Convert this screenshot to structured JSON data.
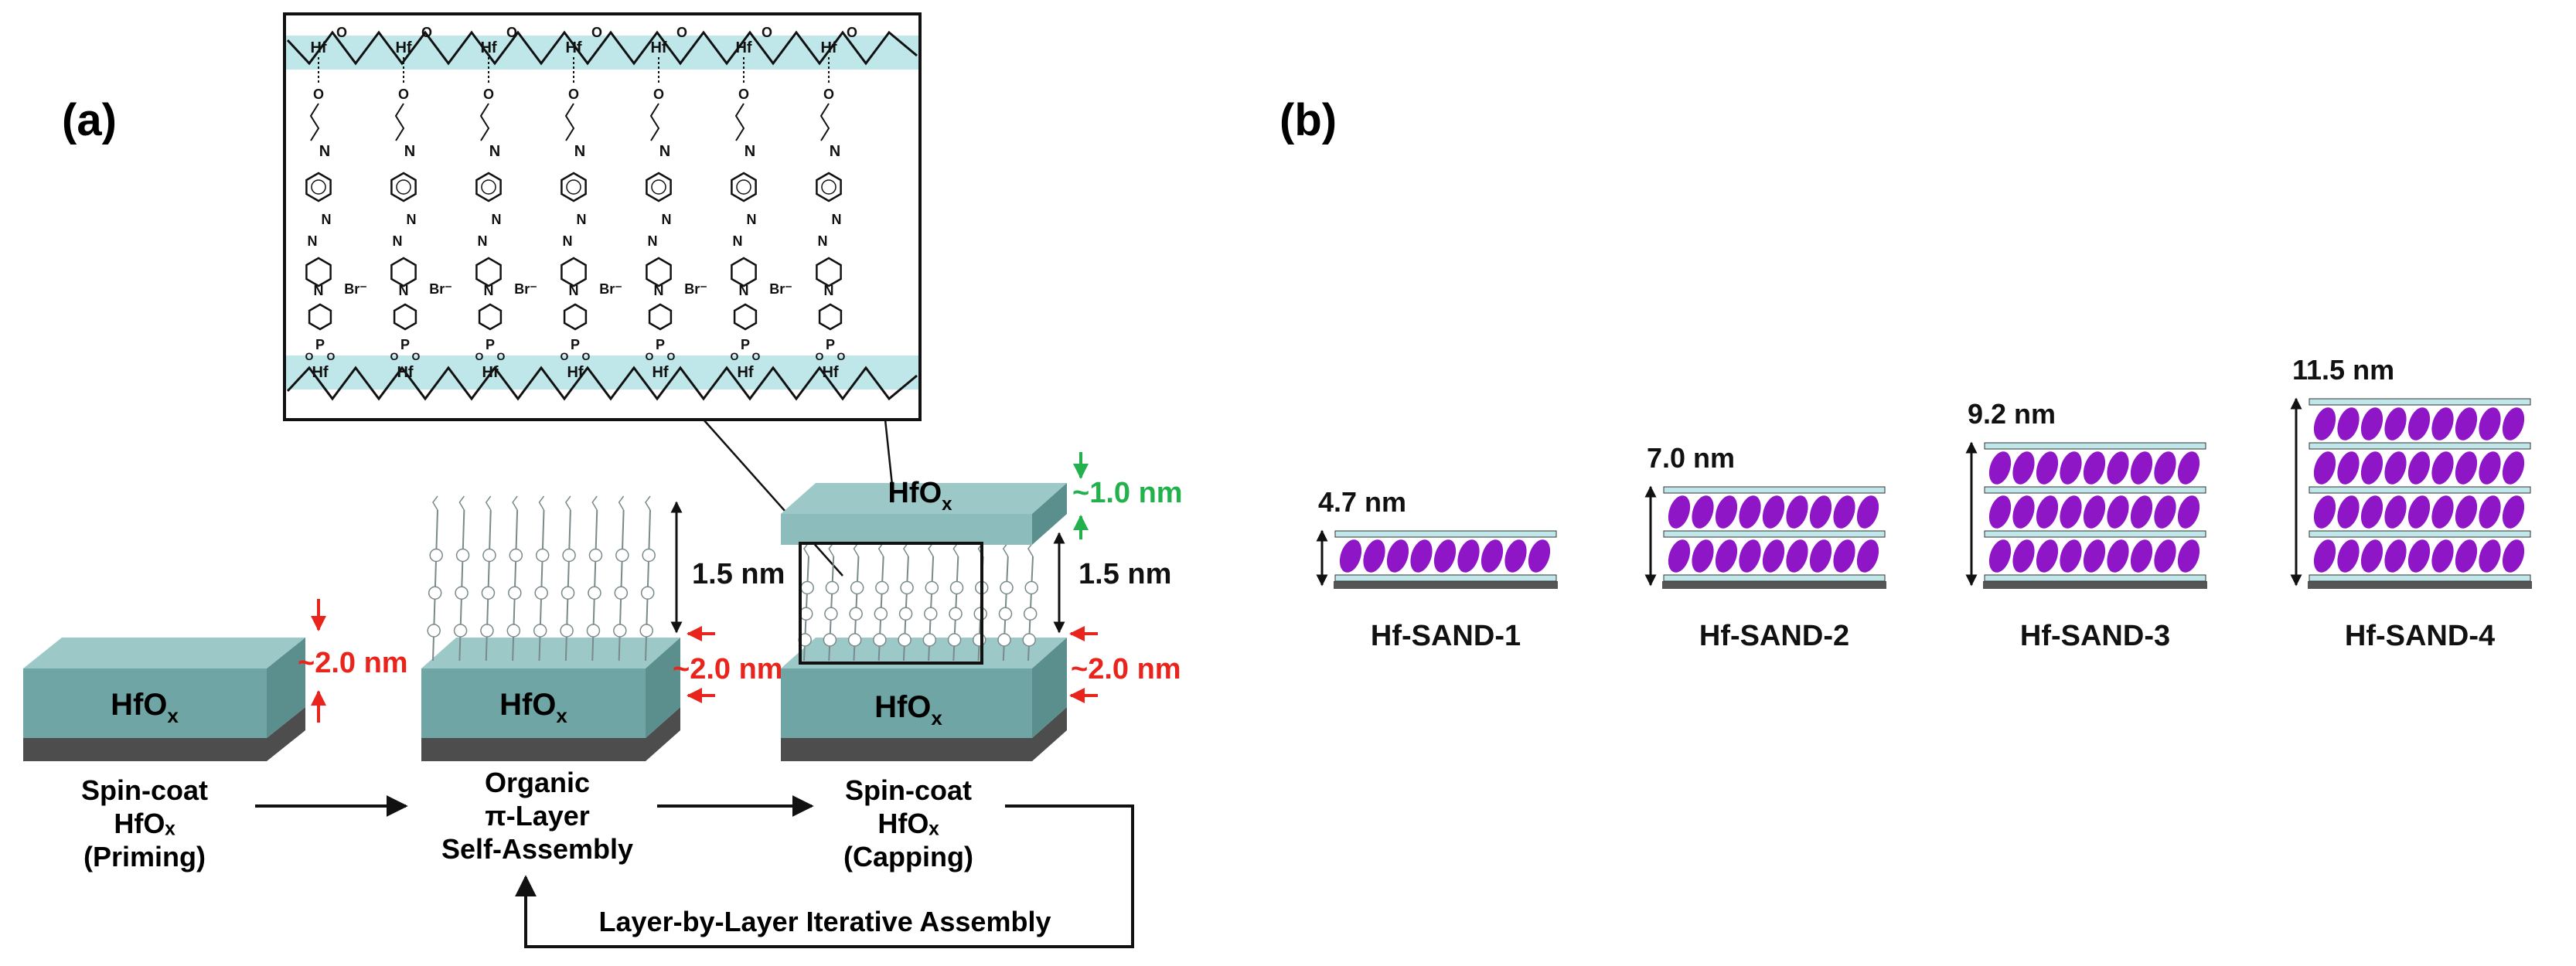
{
  "panel_a": {
    "label": "(a)",
    "inset": {
      "metal": "Hf",
      "oxygen": "O",
      "nitrogen": "N",
      "phosphorus": "P",
      "counter_ion": "Br⁻"
    },
    "oxide_base": "HfO",
    "oxide_sub": "x",
    "thickness_oxide": "~2.0 nm",
    "thickness_cap": "~1.0 nm",
    "thickness_organic": "1.5 nm",
    "steps": {
      "s1": [
        "Spin-coat",
        "HfOₓ",
        "(Priming)"
      ],
      "s2": [
        "Organic",
        "π-Layer",
        "Self-Assembly"
      ],
      "s3": [
        "Spin-coat",
        "HfOₓ",
        "(Capping)"
      ]
    },
    "loop_label": "Layer-by-Layer Iterative Assembly"
  },
  "panel_b": {
    "label": "(b)",
    "stacks": [
      {
        "name": "Hf-SAND-1",
        "thickness": "4.7 nm",
        "layers": 1
      },
      {
        "name": "Hf-SAND-2",
        "thickness": "7.0 nm",
        "layers": 2
      },
      {
        "name": "Hf-SAND-3",
        "thickness": "9.2 nm",
        "layers": 3
      },
      {
        "name": "Hf-SAND-4",
        "thickness": "11.5 nm",
        "layers": 4
      }
    ]
  },
  "colors": {
    "block_top": "#9cc9c8",
    "block_front": "#6fa6a5",
    "block_side": "#5a8f8e",
    "substrate": "#4d4d4d",
    "inset_band": "#bfe7ea",
    "molecule": "#8e16c7",
    "plate": "#bfe7ea",
    "red": "#e8241c",
    "green": "#22b14c",
    "black": "#111111"
  }
}
